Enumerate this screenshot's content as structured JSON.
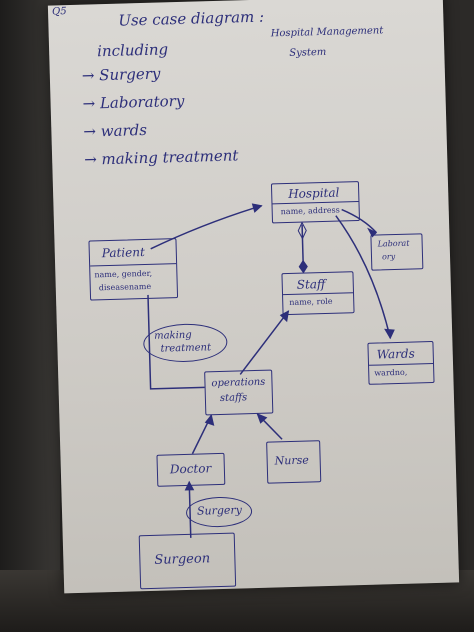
{
  "corner_note": "Q5",
  "title_line1": "Use case diagram :",
  "title_line2": "Hospital Management",
  "title_line3": "System",
  "including_label": "including",
  "bullets": [
    "→ Surgery",
    "→ Laboratory",
    "→ wards",
    "→ making treatment"
  ],
  "hospital": {
    "name": "Hospital",
    "attrs": "name, address"
  },
  "patient": {
    "name": "Patient",
    "attrs_line1": "name, gender,",
    "attrs_line2": "diseasename"
  },
  "staff": {
    "name": "Staff",
    "attrs": "name, role"
  },
  "laboratory": {
    "name_line1": "Laborat",
    "name_line2": "ory"
  },
  "wards": {
    "name": "Wards",
    "attrs": "wardno,"
  },
  "making_treatment": {
    "line1": "making",
    "line2": "treatment"
  },
  "operations_staffs": {
    "line1": "operations",
    "line2": "staffs"
  },
  "doctor": {
    "name": "Doctor"
  },
  "nurse": {
    "name": "Nurse"
  },
  "surgery_oval": {
    "name": "Surgery"
  },
  "surgeon": {
    "name": "Surgeon"
  }
}
